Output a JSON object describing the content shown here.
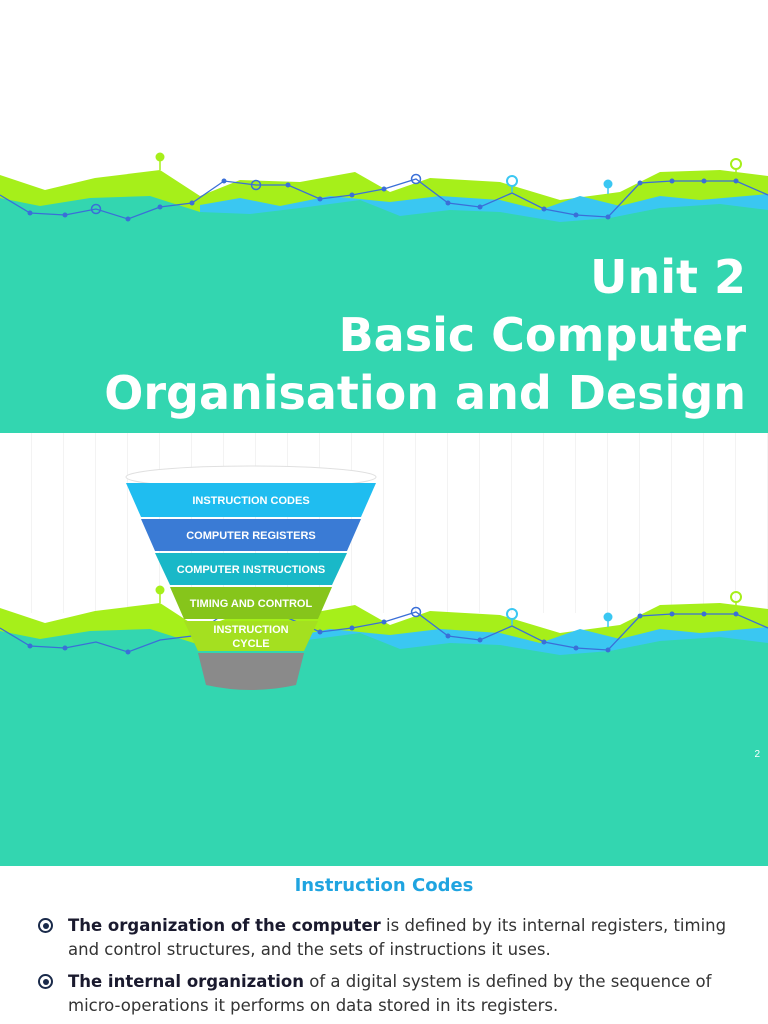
{
  "slide1": {
    "title_line1": "Unit 2",
    "title_line2": "Basic Computer",
    "title_line3": "Organisation and Design"
  },
  "slide2": {
    "funnel_levels": [
      {
        "label": "INSTRUCTION CODES",
        "color": "#1fbdf0"
      },
      {
        "label": "COMPUTER REGISTERS",
        "color": "#3a7bd5"
      },
      {
        "label": "COMPUTER INSTRUCTIONS",
        "color": "#19b8c8"
      },
      {
        "label": "TIMING AND CONTROL",
        "color": "#86c51b"
      },
      {
        "label_line1": "INSTRUCTION",
        "label_line2": "CYCLE",
        "color": "#a4e020"
      }
    ],
    "funnel_base_color": "#8a8a8a",
    "page_number": "2"
  },
  "slide3": {
    "section_title": "Instruction Codes",
    "bullets": [
      {
        "bold": "The organization of the computer",
        "rest": " is defined by its internal registers, timing and control structures, and the sets of instructions it uses."
      },
      {
        "bold": "The internal organization",
        "rest": " of a digital system is defined by the sequence of micro-operations it performs on data stored in its registers."
      }
    ]
  },
  "colors": {
    "teal": "#33d6b0",
    "lime": "#a6ef1a",
    "sky": "#3ac7f2",
    "navy_line": "#3a6fd8",
    "title_blue": "#1fa4e0"
  }
}
